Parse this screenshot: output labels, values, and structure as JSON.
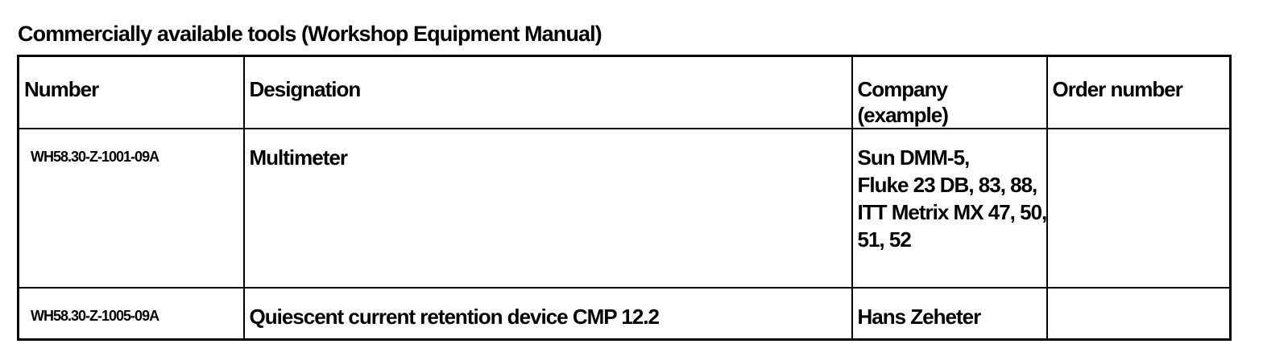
{
  "title": "Commercially available tools (Workshop Equipment Manual)",
  "table": {
    "headers": {
      "number": "Number",
      "designation": "Designation",
      "company": "Company (example)",
      "order_number": "Order number"
    },
    "rows": [
      {
        "number": "WH58.30-Z-1001-09A",
        "designation": "Multimeter",
        "company_lines": [
          "Sun DMM-5,",
          "Fluke 23 DB, 83, 88,",
          "ITT Metrix MX 47, 50,",
          "51, 52"
        ],
        "order_number": ""
      },
      {
        "number": "WH58.30-Z-1005-09A",
        "designation": "Quiescent current retention device CMP 12.2",
        "company_lines": [
          "Hans Zeheter"
        ],
        "order_number": ""
      }
    ]
  }
}
